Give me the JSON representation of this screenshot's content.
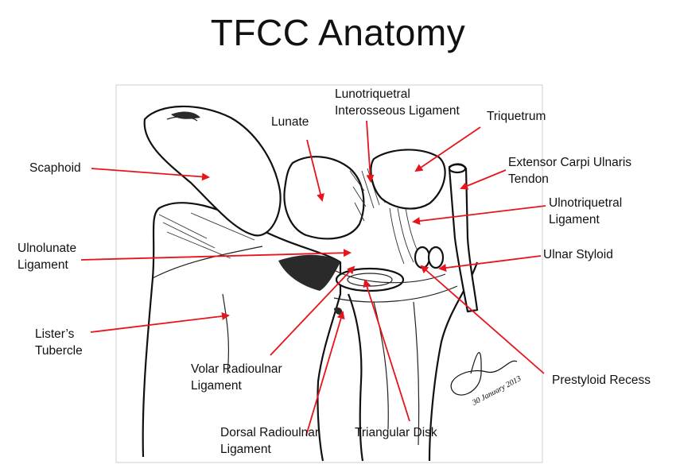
{
  "title": "TFCC Anatomy",
  "colors": {
    "arrow": "#e8141b",
    "line": "#111111",
    "text": "#111111"
  },
  "labels": {
    "scaphoid": [
      "Scaphoid"
    ],
    "lunate": [
      "Lunate"
    ],
    "lunotriquetral": [
      "Lunotriquetral",
      "Interosseous Ligament"
    ],
    "triquetrum": [
      "Triquetrum"
    ],
    "ecu": [
      "Extensor Carpi Ulnaris",
      "Tendon"
    ],
    "ulnotriquetral": [
      "Ulnotriquetral",
      "Ligament"
    ],
    "ulnolunate": [
      "Ulnolunate",
      "Ligament"
    ],
    "ulnar_styloid": [
      "Ulnar Styloid"
    ],
    "listers": [
      "Lister’s",
      "Tubercle"
    ],
    "prestyloid": [
      "Prestyloid Recess"
    ],
    "volar": [
      "Volar Radioulnar",
      "Ligament"
    ],
    "dorsal": [
      "Dorsal Radioulnar",
      "Ligament"
    ],
    "triangular": [
      "Triangular Disk"
    ]
  },
  "signature": {
    "date": "30 January 2013"
  }
}
